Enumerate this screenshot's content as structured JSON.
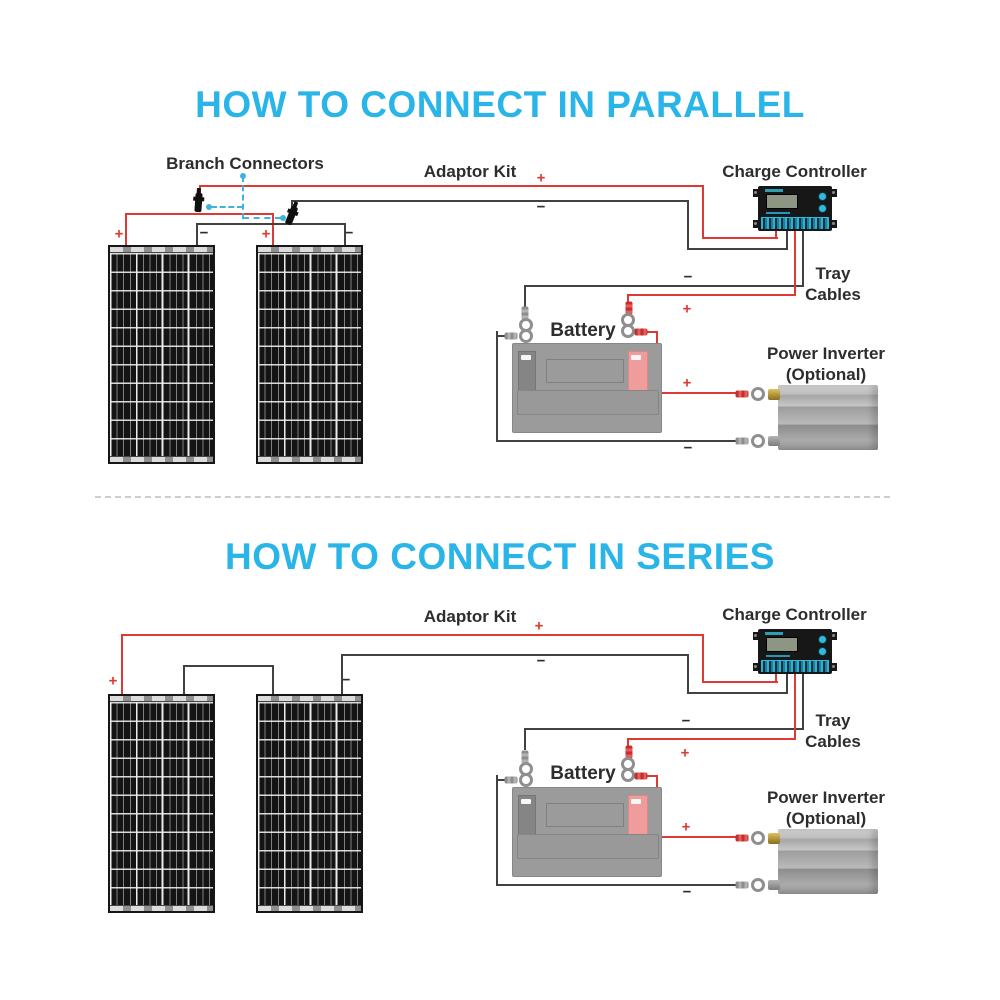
{
  "symbols": {
    "plus": "+",
    "minus": "−"
  },
  "colors": {
    "accent_cyan": "#2ab5e8",
    "wire_red": "#dd3a33",
    "wire_black": "#414141",
    "callout_cyan": "#3fb3e0"
  },
  "sections": {
    "parallel": {
      "title": "HOW TO CONNECT IN PARALLEL",
      "branch_connectors_label": "Branch Connectors",
      "adaptor_kit_label": "Adaptor Kit",
      "charge_controller_label": "Charge Controller",
      "tray_cables_label": "Tray Cables",
      "battery_label": "Battery",
      "power_inverter_label": "Power Inverter (Optional)"
    },
    "series": {
      "title": "HOW TO CONNECT IN SERIES",
      "adaptor_kit_label": "Adaptor Kit",
      "charge_controller_label": "Charge Controller",
      "tray_cables_label": "Tray Cables",
      "battery_label": "Battery",
      "power_inverter_label": "Power Inverter (Optional)"
    }
  }
}
